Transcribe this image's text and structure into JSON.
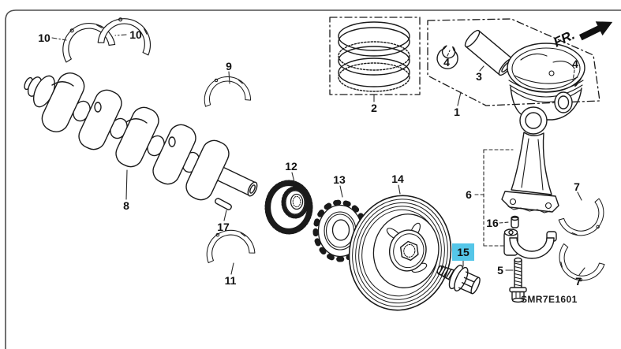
{
  "diagram": {
    "drawing_code": "SMR7E1601",
    "orientation_label": "FR.",
    "highlighted_callout": "15",
    "highlight_color": "#55c6e8",
    "line_color": "#1a1a1a",
    "callouts": {
      "piston_box": "1",
      "piston_ring_set": "2",
      "piston_pin": "3",
      "pin_clip_left": "4",
      "pin_clip_right": "4",
      "rod_bolt": "5",
      "connecting_rod": "6",
      "rod_bearing_upper": "7",
      "rod_bearing_lower": "7",
      "crankshaft": "8",
      "main_bearing_upper": "9",
      "thrust_washer_left": "10",
      "thrust_washer_right": "10",
      "main_bearing_lower": "11",
      "timing_gear": "12",
      "pulse_plate": "13",
      "crank_pulley": "14",
      "pulley_bolt": "15",
      "dowel_pin": "16",
      "crank_key": "17"
    }
  }
}
